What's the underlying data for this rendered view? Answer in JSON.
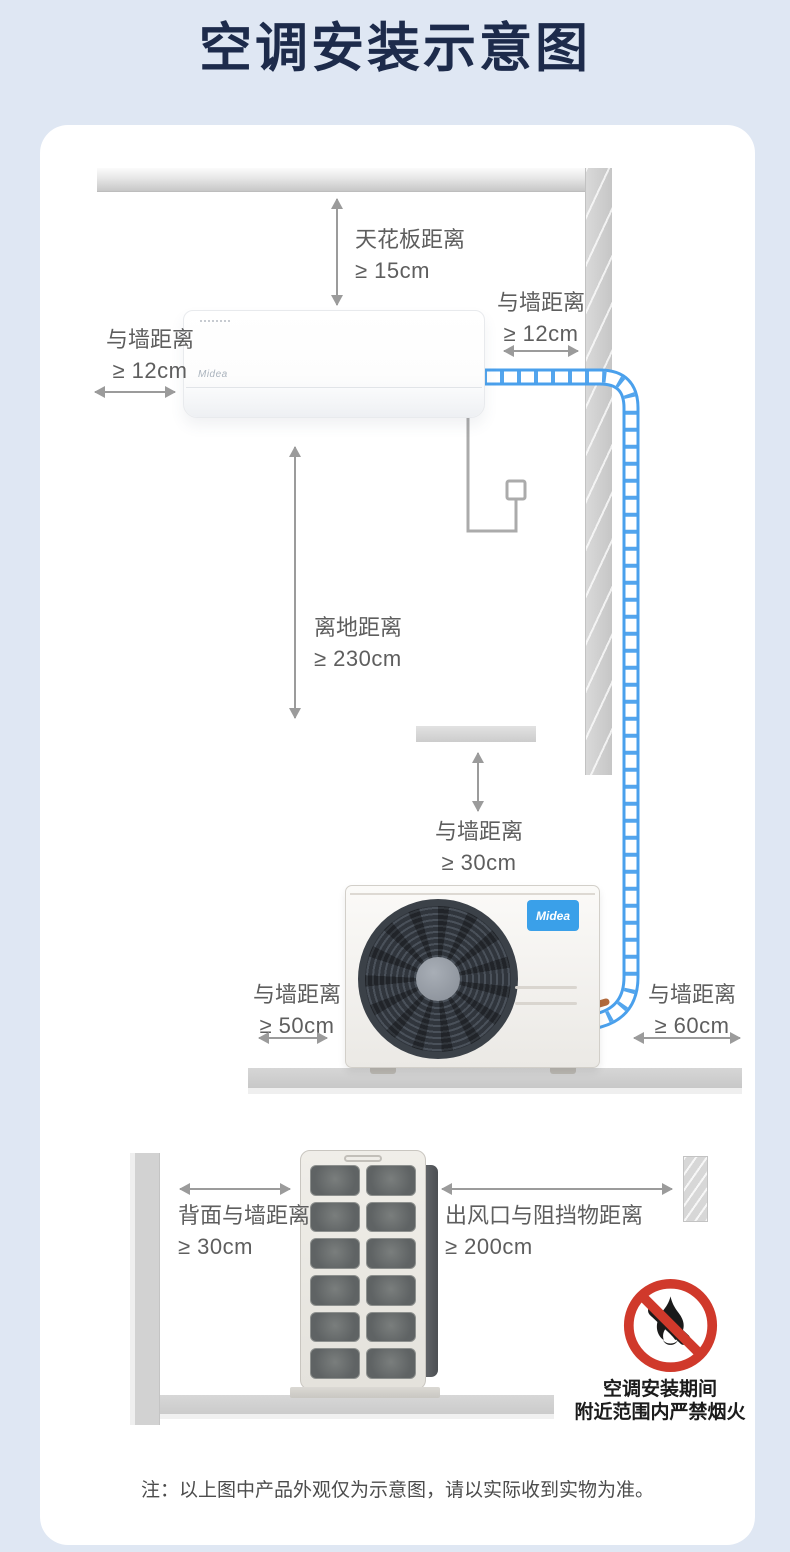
{
  "page": {
    "title": "空调安装示意图",
    "note": "注：以上图中产品外观仅为示意图，请以实际收到实物为准。"
  },
  "colors": {
    "page_background": "#dfe7f3",
    "title_navy": "#1d2b4b",
    "label_gray": "#5e5e5e",
    "pipe_blue": "#4aa0ec",
    "midea_blue": "#3aa0e9",
    "warning_red": "#d0392b"
  },
  "brand": {
    "indoor_logo": "Midea",
    "outdoor_logo": "Midea"
  },
  "measurements": {
    "ceiling": {
      "label": "天花板距离",
      "value": "≥ 15cm"
    },
    "wall_left_indoor": {
      "label": "与墙距离",
      "value": "≥ 12cm"
    },
    "wall_right_indoor": {
      "label": "与墙距离",
      "value": "≥ 12cm"
    },
    "floor_clearance": {
      "label": "离地距离",
      "value": "≥ 230cm"
    },
    "wall_top_outdoor": {
      "label": "与墙距离",
      "value": "≥ 30cm"
    },
    "wall_left_outdoor": {
      "label": "与墙距离",
      "value": "≥ 50cm"
    },
    "wall_right_outdoor": {
      "label": "与墙距离",
      "value": "≥ 60cm"
    },
    "back_wall": {
      "label": "背面与墙距离",
      "value": "≥ 30cm"
    },
    "outlet_obstacle": {
      "label": "出风口与阻挡物距离",
      "value": "≥ 200cm"
    }
  },
  "warning": {
    "icon": "no-fire-icon",
    "line1": "空调安装期间",
    "line2": "附近范围内严禁烟火"
  }
}
